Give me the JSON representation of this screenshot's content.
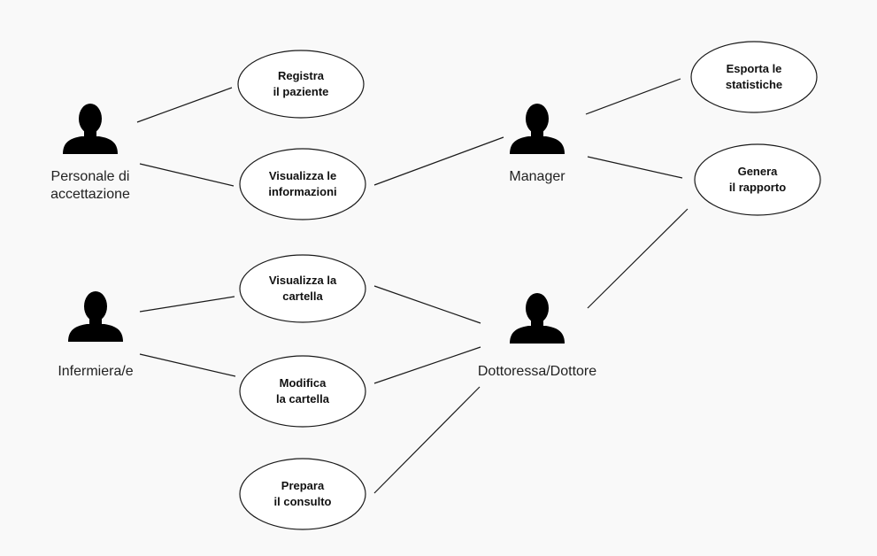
{
  "diagram": {
    "actors": [
      {
        "id": "acc",
        "lines": [
          "Personale di",
          "accettazione"
        ]
      },
      {
        "id": "mgr",
        "lines": [
          "Manager"
        ]
      },
      {
        "id": "nur",
        "lines": [
          "Infermiera/e"
        ]
      },
      {
        "id": "doc",
        "lines": [
          "Dottoressa/Dottore"
        ]
      }
    ],
    "use_cases": [
      {
        "id": "reg",
        "lines": [
          "Registra",
          "il paziente"
        ]
      },
      {
        "id": "vis",
        "lines": [
          "Visualizza le",
          "informazioni"
        ]
      },
      {
        "id": "exp",
        "lines": [
          "Esporta le",
          "statistiche"
        ]
      },
      {
        "id": "gen",
        "lines": [
          "Genera",
          "il rapporto"
        ]
      },
      {
        "id": "vcar",
        "lines": [
          "Visualizza la",
          "cartella"
        ]
      },
      {
        "id": "mod",
        "lines": [
          "Modifica",
          "la cartella"
        ]
      },
      {
        "id": "prep",
        "lines": [
          "Prepara",
          "il consulto"
        ]
      }
    ],
    "associations": [
      [
        "acc",
        "reg"
      ],
      [
        "acc",
        "vis"
      ],
      [
        "mgr",
        "vis"
      ],
      [
        "mgr",
        "exp"
      ],
      [
        "mgr",
        "gen"
      ],
      [
        "nur",
        "vcar"
      ],
      [
        "nur",
        "mod"
      ],
      [
        "doc",
        "vcar"
      ],
      [
        "doc",
        "mod"
      ],
      [
        "doc",
        "prep"
      ],
      [
        "doc",
        "gen"
      ]
    ]
  }
}
